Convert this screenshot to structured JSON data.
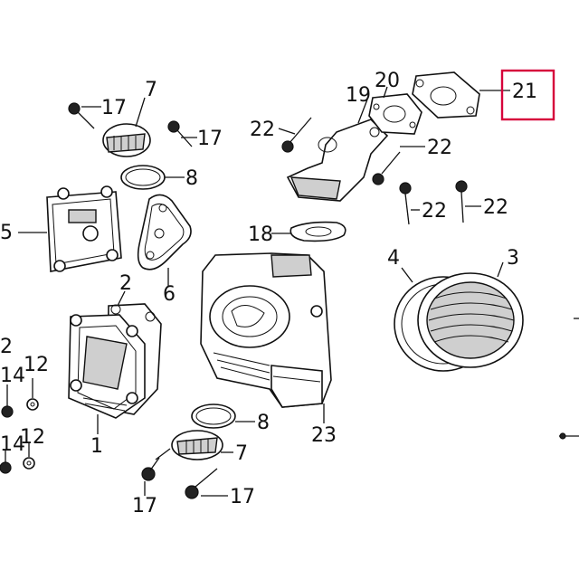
{
  "callouts": {
    "c17a": "17",
    "c7a": "7",
    "c17b": "17",
    "c8a": "8",
    "c5": "5",
    "c6": "6",
    "c2a": "2",
    "c2b": "2",
    "c14a": "14",
    "c12a": "12",
    "c14b": "14",
    "c12b": "12",
    "c1": "1",
    "c8b": "8",
    "c7b": "7",
    "c17c": "17",
    "c17d": "17",
    "c23": "23",
    "c18": "18",
    "c22a": "22",
    "c19": "19",
    "c20": "20",
    "c21": "21",
    "c22b": "22",
    "c22c": "22",
    "c22d": "22",
    "c4": "4",
    "c3": "3"
  },
  "highlight": {
    "part": "21",
    "color": "#d6003a"
  }
}
